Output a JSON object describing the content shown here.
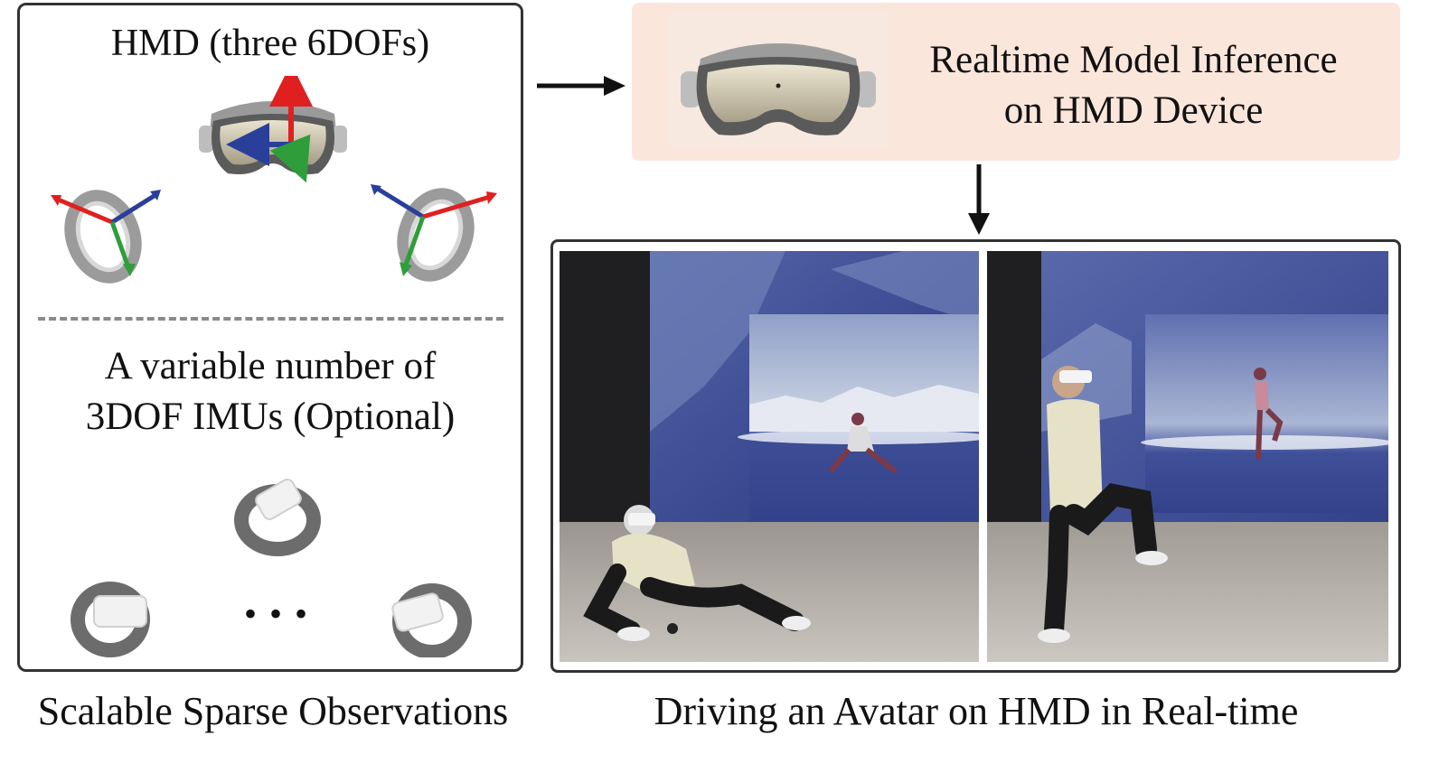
{
  "left_panel": {
    "hmd_title": "HMD (three 6DOFs)",
    "imu_title_line1": "A variable number of",
    "imu_title_line2": "3DOF IMUs (Optional)",
    "ellipsis": "• • •",
    "caption": "Scalable Sparse Observations"
  },
  "inference": {
    "line1": "Realtime Model Inference",
    "line2": "on HMD Device"
  },
  "right_panel": {
    "caption": "Driving an Avatar on HMD in Real-time"
  },
  "colors": {
    "axis_x": "#e02020",
    "axis_y": "#2f9e3a",
    "axis_z": "#2a3f9a",
    "inference_bg": "#fbe6dc",
    "screen_blue": "#3f4f9a"
  },
  "icons": [
    "vr-headset-icon",
    "vr-controller-icon",
    "imu-wristband-icon"
  ]
}
